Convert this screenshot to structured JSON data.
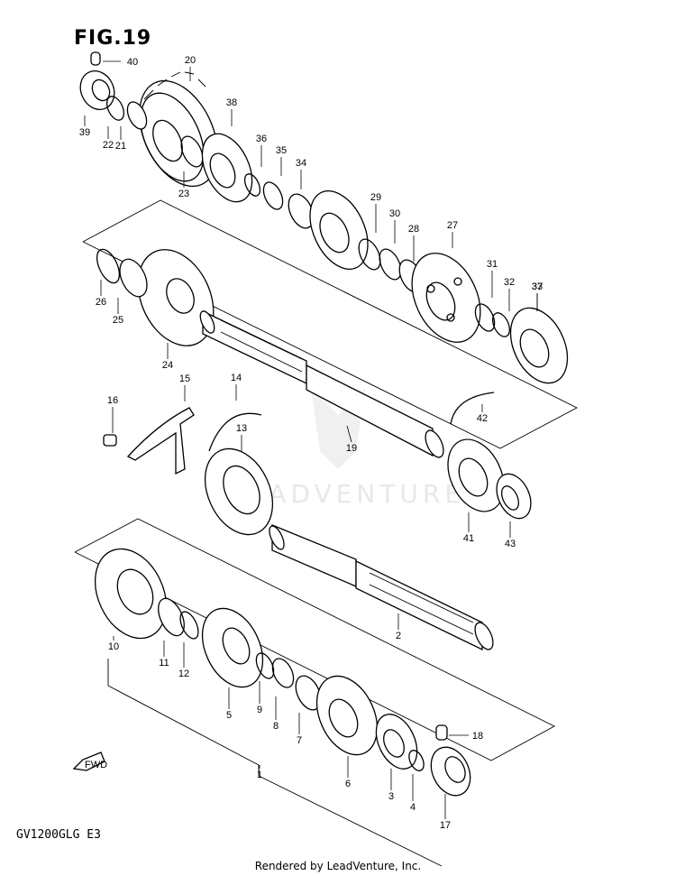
{
  "figure_title": "FIG.19",
  "model_code": "GV1200GLG E3",
  "footer": "Rendered by LeadVenture, Inc.",
  "watermark": "LEADVENTURE",
  "fwd_label": "FWD",
  "callouts": [
    "1",
    "2",
    "3",
    "4",
    "5",
    "6",
    "7",
    "8",
    "9",
    "10",
    "11",
    "12",
    "13",
    "14",
    "15",
    "16",
    "17",
    "18",
    "19",
    "20",
    "21",
    "22",
    "23",
    "24",
    "25",
    "26",
    "27",
    "28",
    "29",
    "30",
    "31",
    "32",
    "33",
    "34",
    "35",
    "36",
    "37",
    "38",
    "39",
    "40",
    "41",
    "42",
    "43"
  ]
}
